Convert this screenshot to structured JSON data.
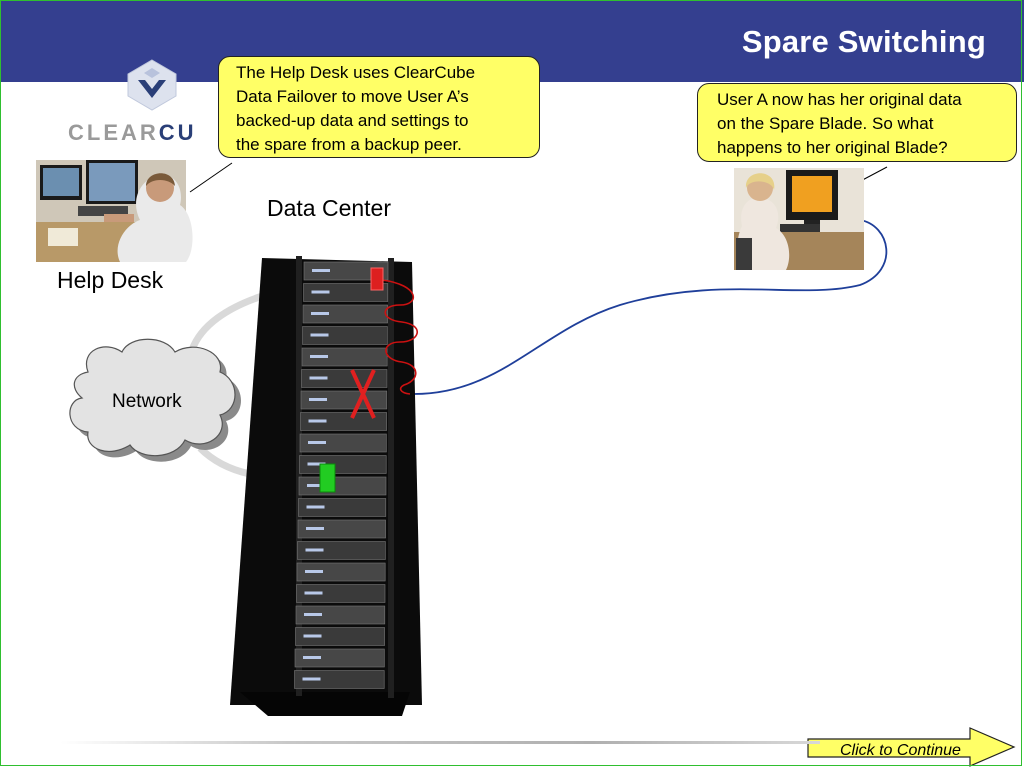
{
  "title": "Spare Switching",
  "logo": {
    "prefix": "CLEAR",
    "suffix": "CU"
  },
  "callouts": {
    "helpdesk": [
      "The Help Desk uses ClearCube",
      "Data Failover to move User A’s",
      "backed-up data and settings to",
      "the spare from a backup peer."
    ],
    "user": [
      "User A now has her original data",
      "on the Spare Blade.  So what",
      "happens to her original Blade?"
    ]
  },
  "labels": {
    "data_center": "Data Center",
    "help_desk": "Help Desk",
    "network": "Network"
  },
  "navigation": {
    "continue_label": "Click to Continue"
  },
  "colors": {
    "header": "#343f8f",
    "callout": "#ffff66",
    "failed_blade": "#dd2020",
    "spare_blade": "#22cc22",
    "cable": "#1f3f9a"
  },
  "icons": [
    "clearcube-logo-icon",
    "help-desk-photo",
    "user-a-photo",
    "server-rack-image",
    "network-cloud-icon",
    "failed-blade-x-icon",
    "spare-blade-marker-icon",
    "continue-arrow-icon"
  ]
}
